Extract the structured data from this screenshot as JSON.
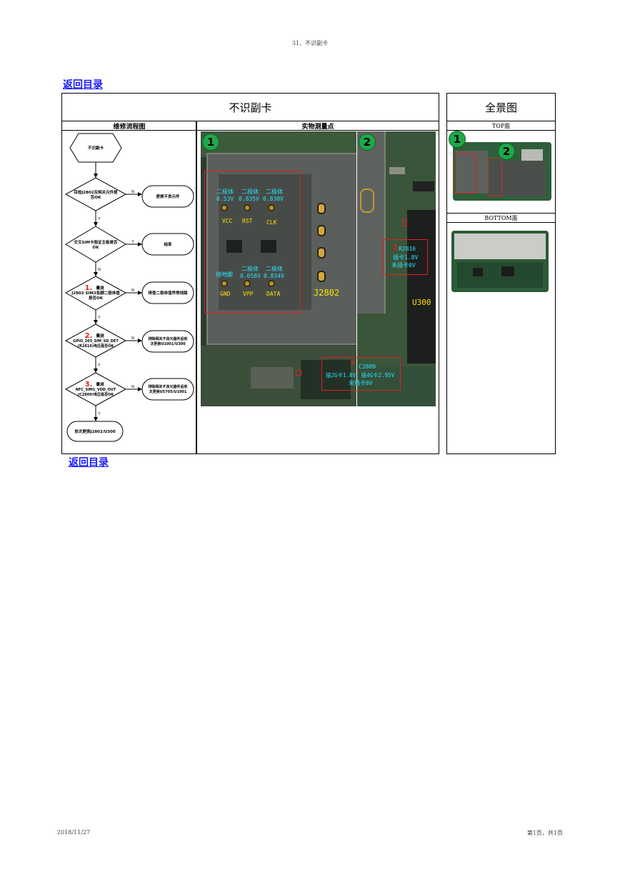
{
  "header": {
    "title": "31、不识副卡"
  },
  "nav": {
    "back_top": "返回目录",
    "back_bottom": "返回目录"
  },
  "table": {
    "main_title": "不识副卡",
    "pano_title": "全景图",
    "flow_header": "维修流程图",
    "measure_header": "实物测量点",
    "top_label": "TOP面",
    "bottom_label": "BOTTOM面"
  },
  "flow": {
    "start": "不识副卡",
    "q1": [
      "目检J2802及相关元件是",
      "否OK"
    ],
    "a1": "更换不良元件",
    "q2": [
      "交叉SIM卡验证主板是否",
      "OK"
    ],
    "a2": "结束",
    "q3_num": "1.",
    "q3": [
      "量测",
      "J2802 SIM2各脚二极体值",
      "是否OK"
    ],
    "a3": "排查二极体值异常线路",
    "q4_num": "2.",
    "q4": [
      "量测",
      "GPIO_203_SIM_SD_DET",
      "(R2816)电压是否OK"
    ],
    "a4": [
      "排除相关不良元器件后依",
      "次更换U1001/U300"
    ],
    "q5_num": "3.",
    "q5": [
      "量测",
      "NFC_SIM1_VDD_OUT",
      "(C2809)电压是否OK"
    ],
    "a5": [
      "排除相关不良元器件后依",
      "次更换U5705/U1001"
    ],
    "end": "依次更换J2802/U300",
    "yes": "Y",
    "no": "N"
  },
  "photo1": {
    "badge": "1",
    "mini_badge": "1",
    "pins_top": [
      {
        "type": "二极体",
        "value": "0.53V",
        "name": "VCC"
      },
      {
        "type": "二极体",
        "value": "0.835V",
        "name": "RST"
      },
      {
        "type": "二极体",
        "value": "0.838V",
        "name": "CLK"
      }
    ],
    "pins_bottom": [
      {
        "type": "接地脚",
        "value": "",
        "name": "GND"
      },
      {
        "type": "二极体",
        "value": "0.658V",
        "name": "VPP"
      },
      {
        "type": "二极体",
        "value": "0.834V",
        "name": "DATA"
      }
    ],
    "connector": "J2802"
  },
  "photo2": {
    "badge": "2",
    "r2816_num": "2",
    "r2816": [
      "R2816",
      "插卡1.8V",
      "未插卡0V"
    ],
    "chip": "U300",
    "c2809_num": "3",
    "c2809": [
      "C2809",
      "插2G卡1.8V，插4G卡2.95V",
      "未插卡0V"
    ]
  },
  "pano": {
    "badge1": "1",
    "badge2": "2"
  },
  "footer": {
    "date": "2018/11/27",
    "page": "第1页，共1页"
  },
  "colors": {
    "annotation_cyan": "#29e3ff",
    "annotation_yellow": "#ffe000",
    "marker_red": "#e02020",
    "badge_green": "#1fa84a",
    "link_blue": "#1a1aff"
  }
}
